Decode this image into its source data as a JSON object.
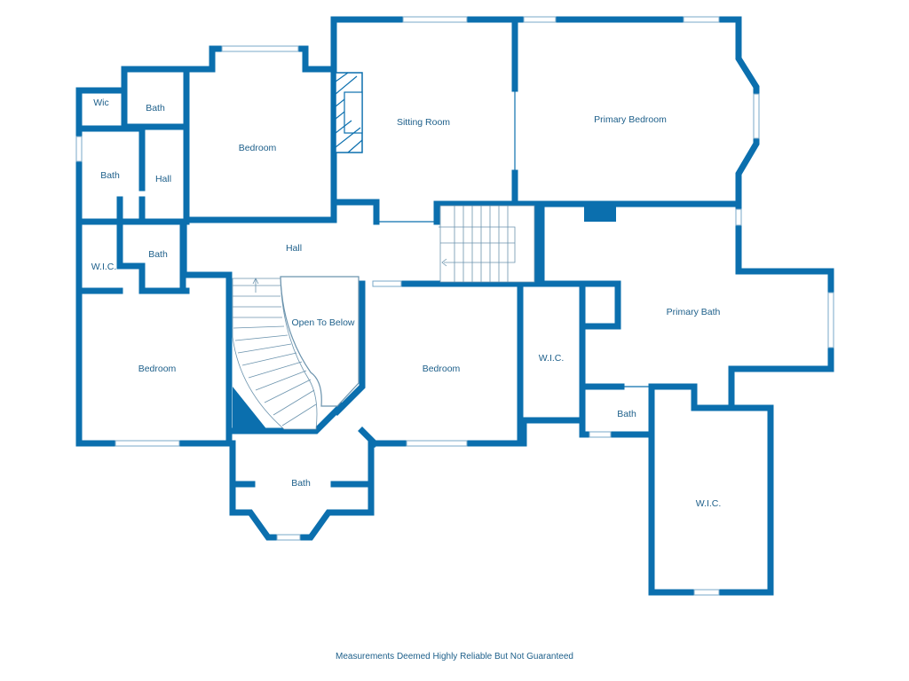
{
  "rooms": {
    "wic_small": "Wic",
    "bath_top": "Bath",
    "bedroom_top": "Bedroom",
    "sitting_room": "Sitting Room",
    "primary_bedroom": "Primary Bedroom",
    "bath_left": "Bath",
    "hall_small": "Hall",
    "hall_main": "Hall",
    "wic_left": "W.I.C.",
    "bath_mid_left": "Bath",
    "open_to_below": "Open To Below",
    "primary_bath": "Primary Bath",
    "bedroom_left": "Bedroom",
    "bedroom_center": "Bedroom",
    "wic_center": "W.I.C.",
    "bath_bottom": "Bath",
    "bath_right_small": "Bath",
    "wic_right": "W.I.C."
  },
  "footer": {
    "disclaimer": "Measurements Deemed Highly Reliable But Not Guaranteed"
  },
  "colors": {
    "wall": "#0b6fae",
    "label": "#1d5f8a",
    "background": "#ffffff"
  }
}
